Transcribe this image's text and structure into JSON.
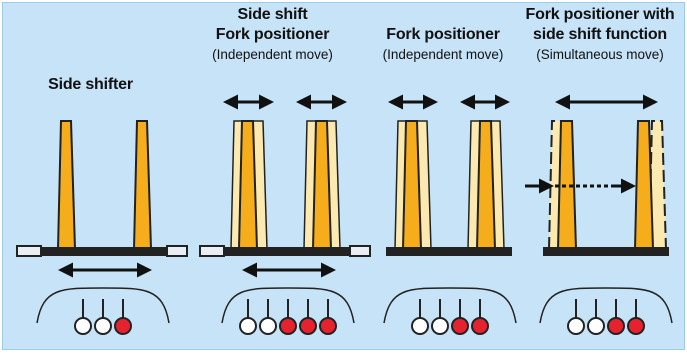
{
  "panels": [
    {
      "title_line1": "Side shifter",
      "title_line2": "",
      "subtitle": ""
    },
    {
      "title_line1": "Side shift",
      "title_line2": "Fork positioner",
      "subtitle": "(Independent move)"
    },
    {
      "title_line1": "Fork positioner",
      "title_line2": "",
      "subtitle": "(Independent move)"
    },
    {
      "title_line1": "Fork positioner with",
      "title_line2": "side shift function",
      "subtitle": "(Simultaneous move)"
    }
  ],
  "colors": {
    "background": "#c6e3f7",
    "fork_fill": "#f5ad1c",
    "fork_ghost": "#fbe9b0",
    "bar": "#222222",
    "lever_on": "#e5222e",
    "lever_off": "#ffffff"
  },
  "levers": [
    [
      "off",
      "off",
      "on"
    ],
    [
      "off",
      "off",
      "on",
      "on",
      "on"
    ],
    [
      "off",
      "off",
      "on",
      "on"
    ],
    [
      "off",
      "off",
      "on",
      "on"
    ]
  ]
}
